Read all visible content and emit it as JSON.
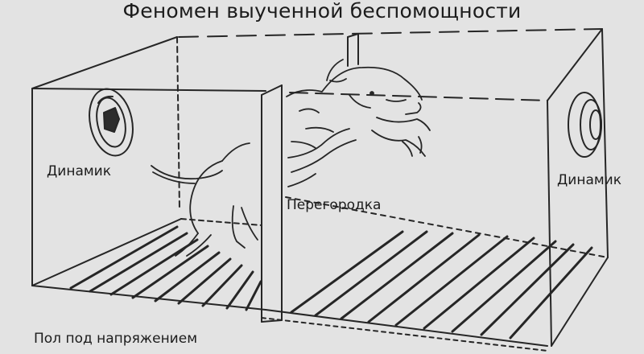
{
  "title": "Феномен выученной беспомощности",
  "labels": {
    "speaker_left": "Динамик",
    "speaker_right": "Динамик",
    "partition": "Перегородка",
    "floor": "Пол под напряжением"
  }
}
